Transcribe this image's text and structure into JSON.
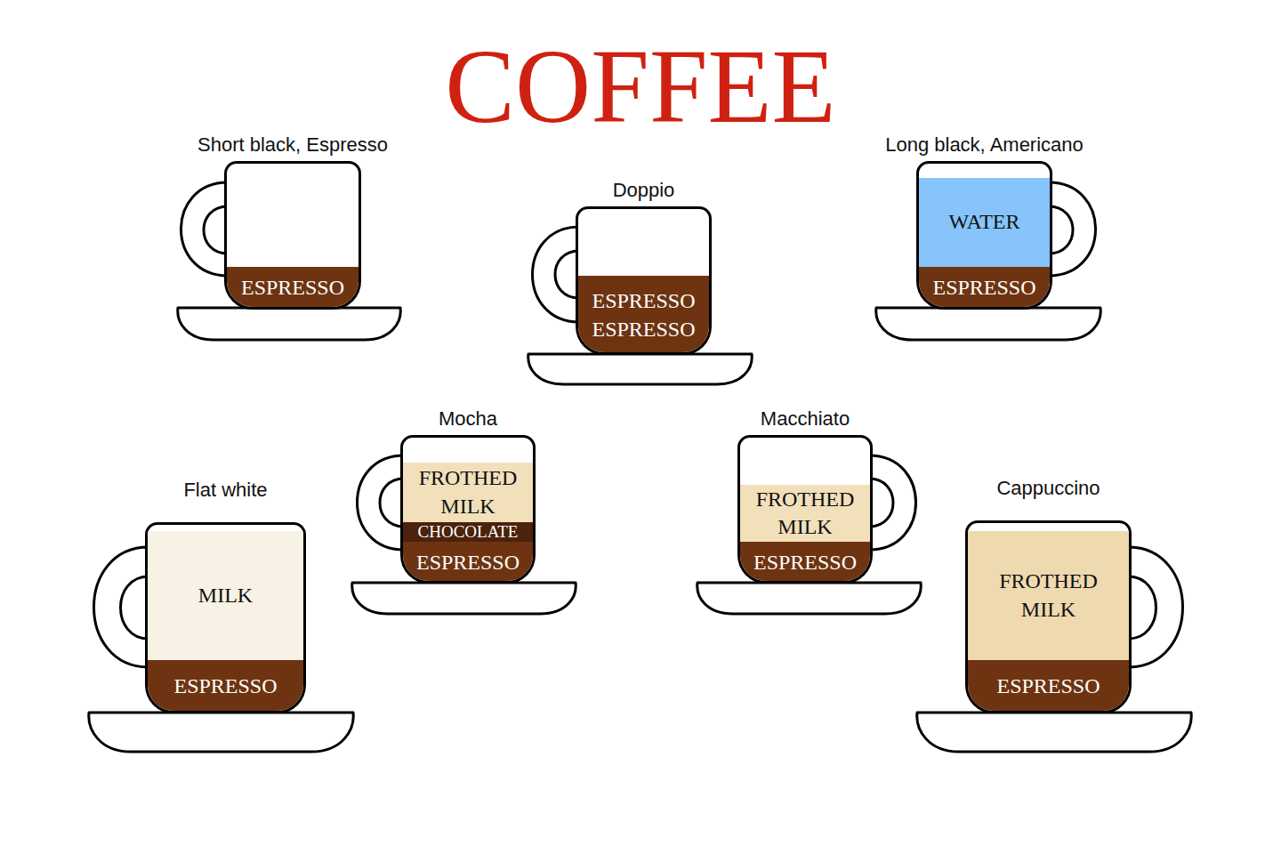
{
  "diagram": {
    "title": "COFFEE",
    "nodes": [
      {
        "text": [
          "Short black, Espresso"
        ]
      },
      {
        "text": [
          "ESPRESSO"
        ],
        "in": 0
      },
      {
        "text": [
          "Doppio"
        ]
      },
      {
        "text": [
          "ESPRESSO",
          "ESPRESSO"
        ],
        "in": 2
      },
      {
        "text": [
          "Long black, Americano"
        ]
      },
      {
        "text": [
          "WATER"
        ],
        "in": 4
      },
      {
        "text": [
          "ESPRESSO"
        ],
        "in": 4
      },
      {
        "text": [
          "Mocha"
        ]
      },
      {
        "text": [
          "FROTHED MILK"
        ],
        "in": 7
      },
      {
        "text": [
          "CHOCOLATE"
        ],
        "in": 7
      },
      {
        "text": [
          "ESPRESSO"
        ],
        "in": 7
      },
      {
        "text": [
          "Macchiato"
        ]
      },
      {
        "text": [
          "FROTHED MILK"
        ],
        "in": 11
      },
      {
        "text": [
          "ESPRESSO"
        ],
        "in": 11
      },
      {
        "text": [
          "Flat white"
        ]
      },
      {
        "text": [
          "MILK"
        ],
        "in": 14
      },
      {
        "text": [
          "ESPRESSO"
        ],
        "in": 14
      },
      {
        "text": [
          "Cappuccino"
        ]
      },
      {
        "text": [
          "FROTHED MILK"
        ],
        "in": 17
      },
      {
        "text": [
          "ESPRESSO"
        ],
        "in": 17
      }
    ]
  }
}
